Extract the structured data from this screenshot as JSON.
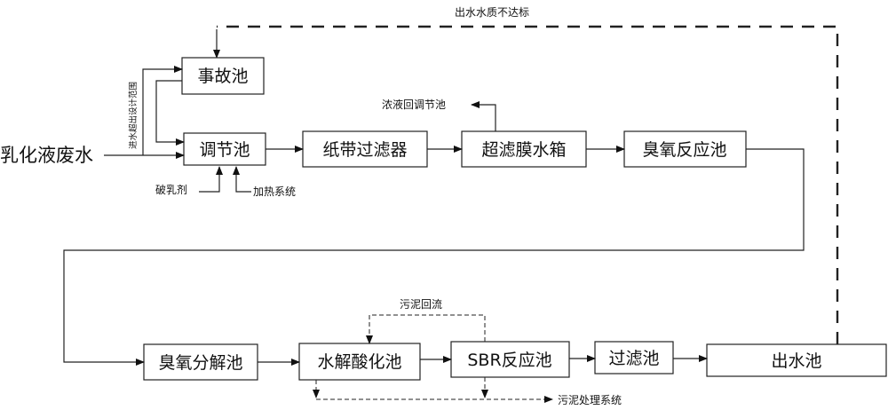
{
  "nodes": {
    "accident": "事故池",
    "regulating": "调节池",
    "paper_filter": "纸带过滤器",
    "uf_tank": "超滤膜水箱",
    "ozone_reaction": "臭氧反应池",
    "ozone_decomp": "臭氧分解池",
    "hydrolysis": "水解酸化池",
    "sbr": "SBR反应池",
    "filter_pool": "过滤池",
    "outlet": "出水池"
  },
  "labels": {
    "input": "乳化液废水",
    "over_design": "进水超出设计范围",
    "demulsifier": "破乳剂",
    "heating": "加热系统",
    "concentrate_return": "浓液回调节池",
    "sludge_return": "污泥回流",
    "sludge_treatment": "污泥处理系统",
    "substandard": "出水水质不达标"
  }
}
